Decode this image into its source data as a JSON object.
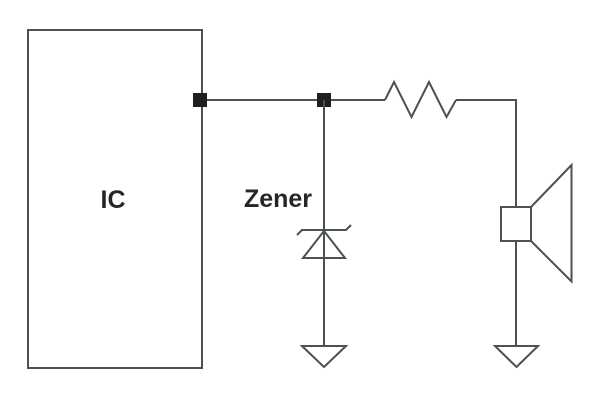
{
  "diagram": {
    "type": "circuit-schematic",
    "labels": {
      "ic": "IC",
      "zener": "Zener"
    },
    "components": [
      "ic-box",
      "junction-node",
      "junction-node",
      "zener-diode",
      "resistor",
      "speaker",
      "ground",
      "ground"
    ],
    "colors": {
      "line-color": "#4a5254",
      "junction-color": "#1f1f1f",
      "text-color": "#262626",
      "background": "#ffffff"
    }
  }
}
